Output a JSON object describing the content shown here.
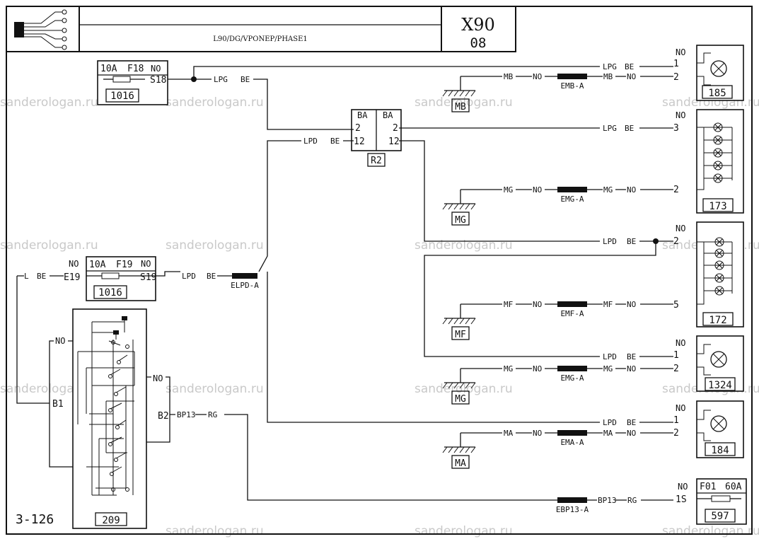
{
  "title_block": {
    "code": "X90",
    "sheet": "08",
    "doc_ref": "L90/DG/VPONEP/PHASE1"
  },
  "page_ref": "3-126",
  "watermark": "sanderologan.ru",
  "components": {
    "fuse_top": {
      "rating": "10A",
      "fuse_id": "F18",
      "pin_no": "NO",
      "pin_out": "S18",
      "ref": "1016"
    },
    "fuse_mid": {
      "rating": "10A",
      "fuse_id": "F19",
      "pin_no_in": "NO",
      "pin_in": "E19",
      "pin_no_out": "NO",
      "pin_out": "S19",
      "ref": "1016"
    },
    "fuse_597": {
      "pin_no": "NO",
      "pin_in": "1S",
      "fuse_id": "F01",
      "rating": "60A",
      "ref": "597"
    },
    "relay_r2": {
      "label_left": "BA",
      "label_right": "BA",
      "pin_left_top": "2",
      "pin_left_bot": "12",
      "pin_right_top": "2",
      "pin_right_bot": "12",
      "ref": "R2"
    },
    "switch_209": {
      "ref": "209",
      "pin_b1": "B1",
      "pin_b2": "B2",
      "no_left": "NO",
      "no_right": "NO"
    },
    "lamp_185": {
      "no": "NO",
      "pin1": "1",
      "pin2": "2",
      "ref": "185"
    },
    "lamp_173": {
      "no": "NO",
      "pin1": "3",
      "pin2": "2",
      "ref": "173"
    },
    "lamp_172": {
      "no": "NO",
      "pin1": "2",
      "pin2": "5",
      "ref": "172"
    },
    "lamp_1324": {
      "no": "NO",
      "pin1": "1",
      "pin2": "2",
      "ref": "1324"
    },
    "lamp_184": {
      "no": "NO",
      "pin1": "1",
      "pin2": "2",
      "ref": "184"
    }
  },
  "grounds": {
    "mb": "MB",
    "mg1": "MG",
    "mf": "MF",
    "mg2": "MG",
    "ma": "MA"
  },
  "wires": {
    "lpg": "LPG",
    "lpd": "LPD",
    "be": "BE",
    "l": "L",
    "no": "NO",
    "mb": "MB",
    "mg": "MG",
    "mf": "MF",
    "ma": "MA",
    "bp13": "BP13",
    "rg": "RG"
  },
  "connectors": {
    "emb": "EMB-A",
    "emg1": "EMG-A",
    "emf": "EMF-A",
    "emg2": "EMG-A",
    "ema": "EMA-A",
    "elpd": "ELPD-A",
    "ebp13": "EBP13-A"
  },
  "colors": {
    "ink": "#111111",
    "watermark": "#c9c9c9",
    "paper": "#ffffff"
  }
}
